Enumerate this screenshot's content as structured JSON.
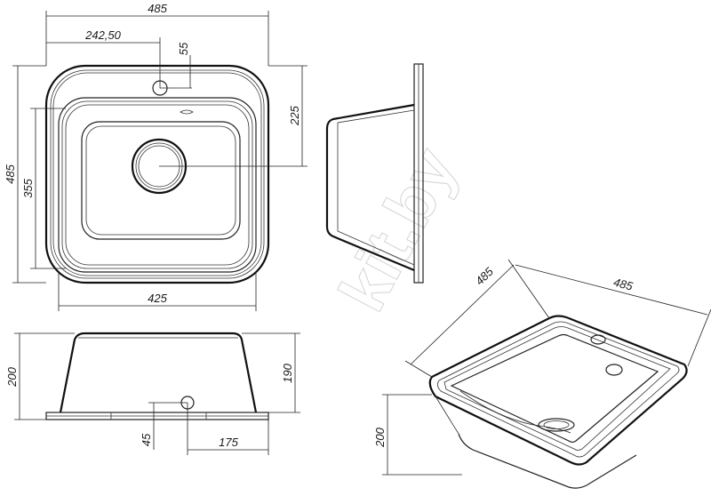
{
  "top_view": {
    "overall_width": "485",
    "hole_offset": "242,50",
    "hole_from_edge": "55",
    "drain_offset": "225",
    "overall_depth": "485",
    "bowl_depth": "355",
    "bowl_width": "425"
  },
  "front_view": {
    "height_total": "200",
    "bowl_height": "190",
    "overflow_height": "45",
    "overflow_offset": "175"
  },
  "iso_view": {
    "width_a": "485",
    "width_b": "485",
    "height": "200"
  },
  "watermark": "kit.by"
}
